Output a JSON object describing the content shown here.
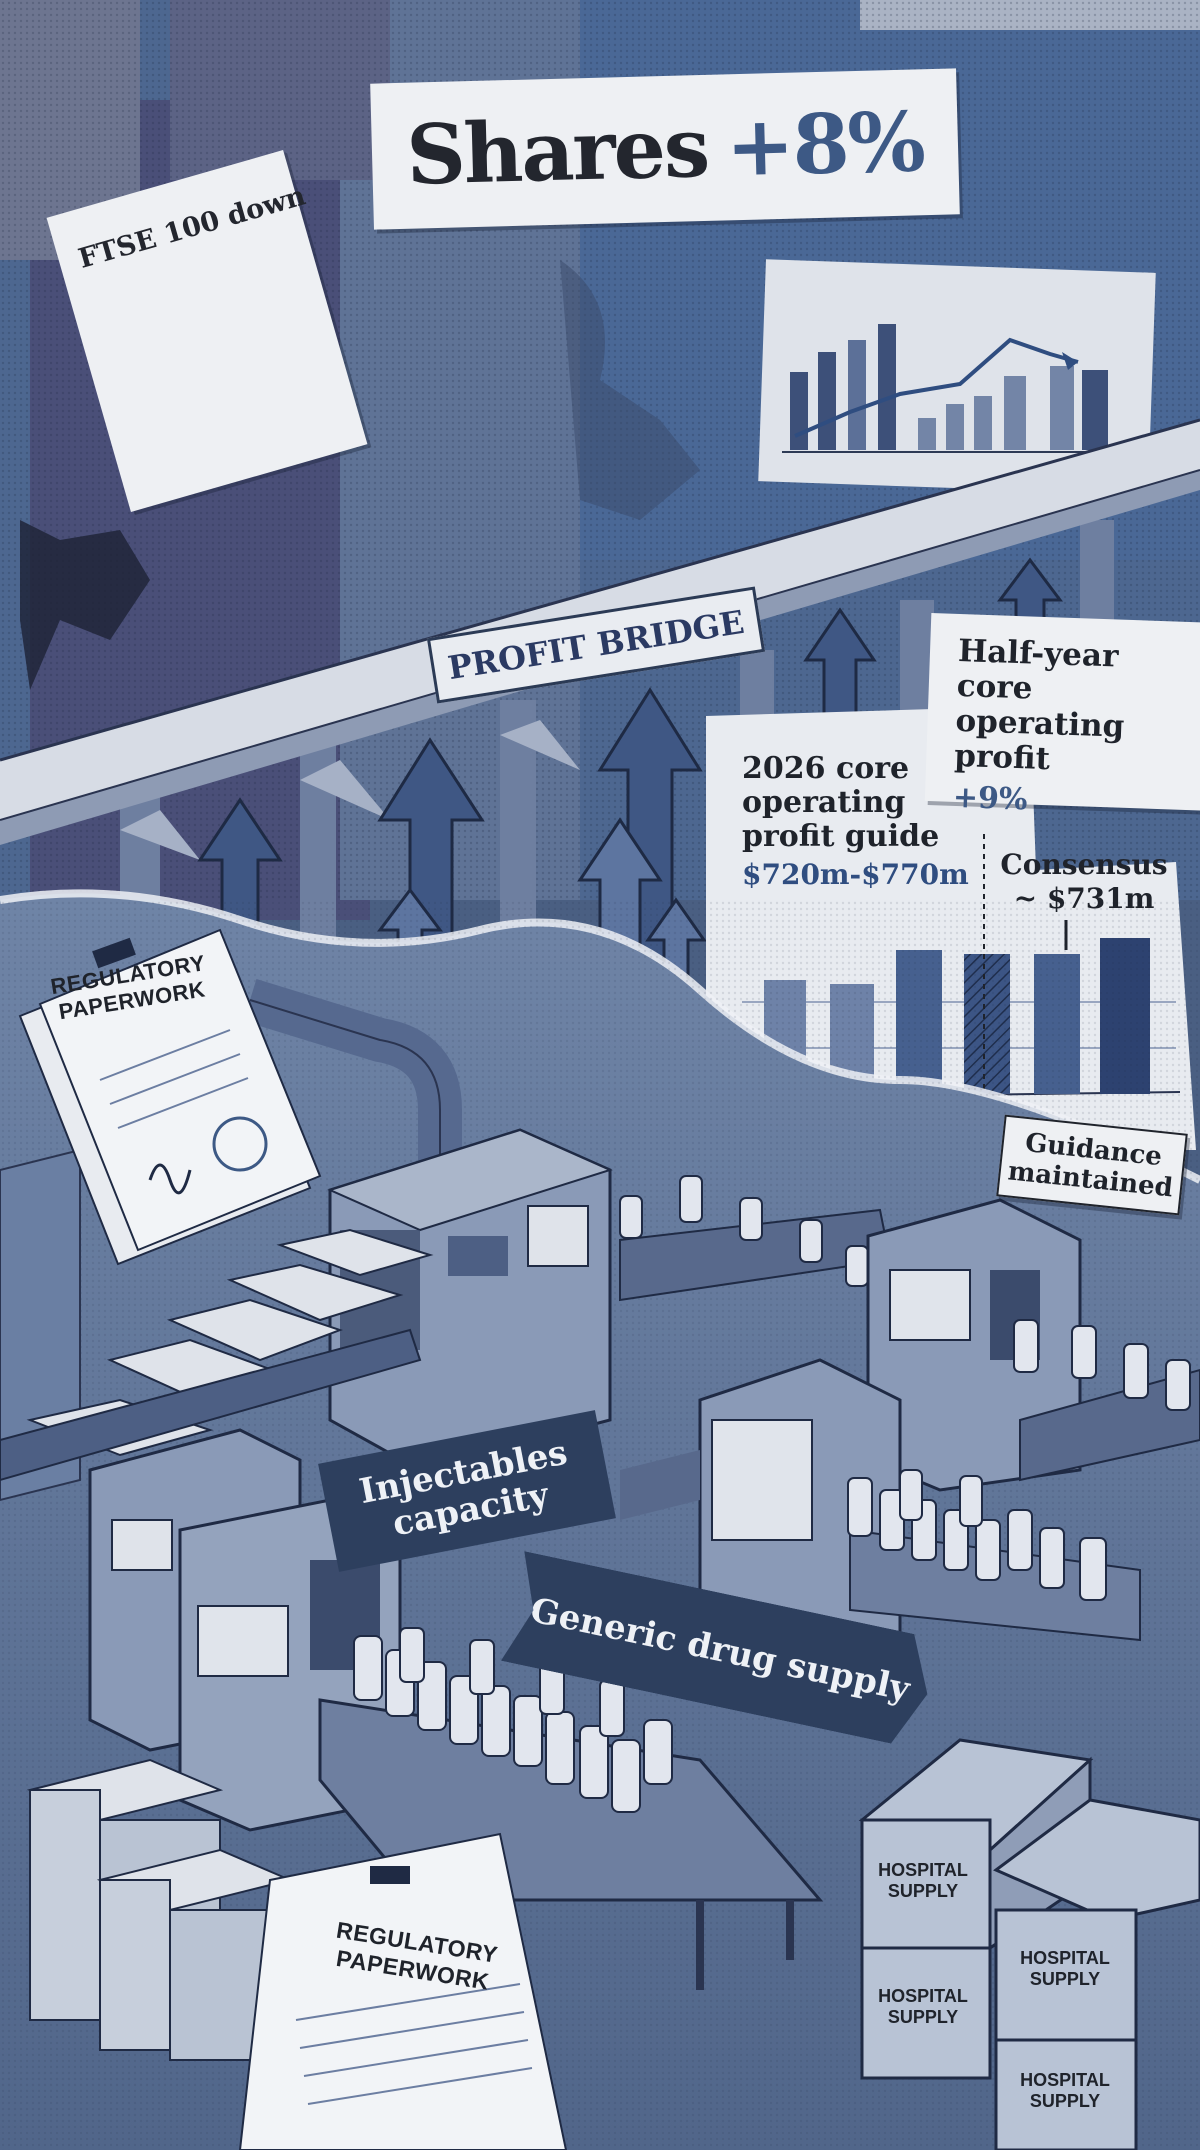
{
  "headline": {
    "word": "Shares",
    "value": "+8%"
  },
  "newspaper": {
    "headline": "FTSE 100 down"
  },
  "bridge": {
    "label": "PROFIT BRIDGE"
  },
  "half_year_card": {
    "title": "Half-year core operating profit",
    "value": "+9%"
  },
  "guide_card": {
    "title": "2026 core operating profit guide",
    "value": "$720m-$770m"
  },
  "consensus": {
    "title": "Consensus",
    "value": "~ $731m"
  },
  "guidance_note": {
    "text": "Guidance maintained"
  },
  "banners": {
    "injectables": "Injectables capacity",
    "generic": "Generic drug supply"
  },
  "regulatory_paper": {
    "label": "REGULATORY PAPERWORK"
  },
  "crates": {
    "label": "HOSPITAL SUPPLY"
  },
  "colors": {
    "navy": "#2d3f5e",
    "accent_blue": "#3d5985",
    "paper": "#eef0f3",
    "ink": "#1f232b"
  }
}
